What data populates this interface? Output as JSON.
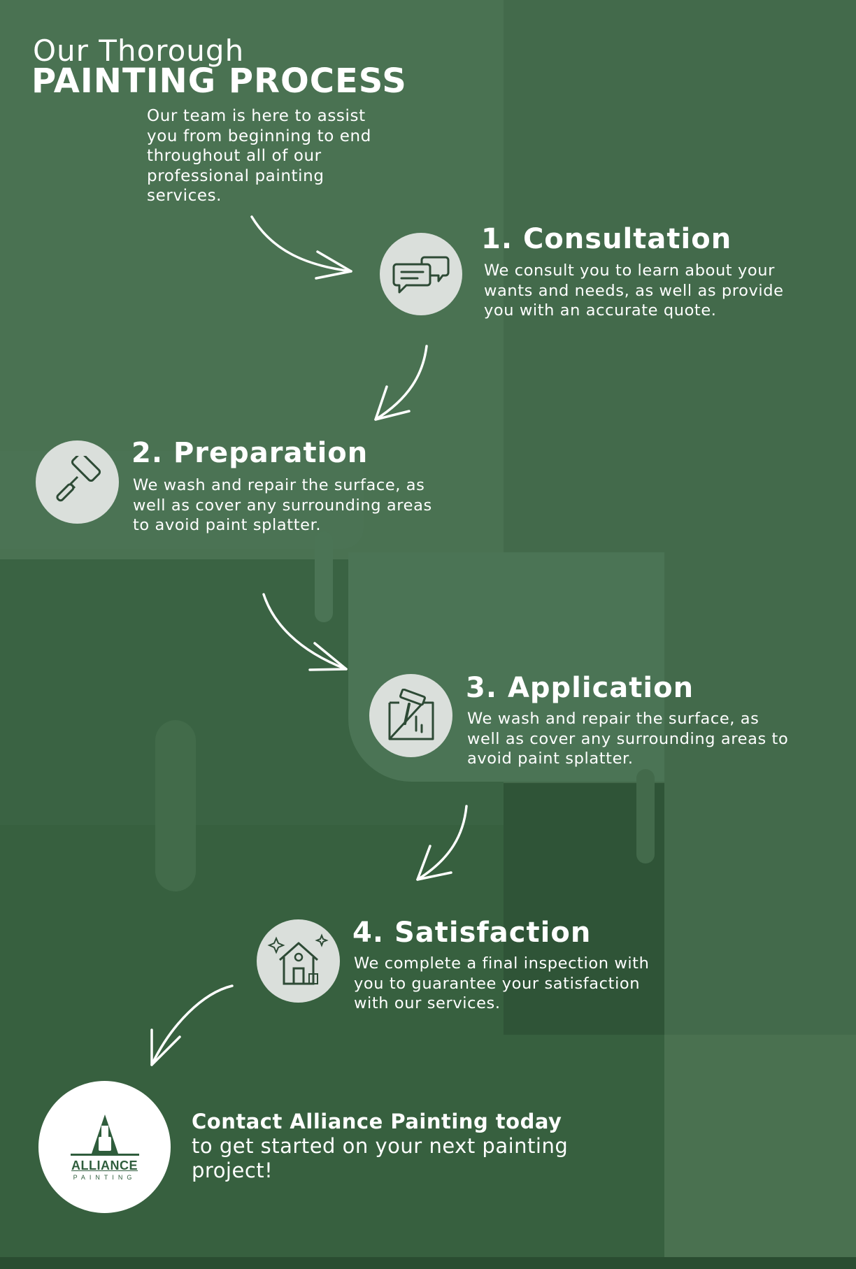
{
  "header": {
    "subtitle": "Our Thorough",
    "title": "PAINTING PROCESS",
    "intro": "Our team is here to assist you from beginning to end throughout all of our professional painting services."
  },
  "steps": [
    {
      "title": "1. Consultation",
      "description": "We consult you to learn about your wants and needs, as well as provide you with an accurate quote.",
      "icon": "chat-bubbles-icon"
    },
    {
      "title": "2. Preparation",
      "description": "We wash and repair the surface, as well as cover any surrounding areas to avoid paint splatter.",
      "icon": "paint-roller-icon"
    },
    {
      "title": "3. Application",
      "description": "We wash and repair the surface, as well as cover any surrounding areas to avoid paint splatter.",
      "icon": "paint-roller-wall-icon"
    },
    {
      "title": "4. Satisfaction",
      "description": "We complete a final inspection with you to guarantee your satisfaction with our services.",
      "icon": "sparkling-house-icon"
    }
  ],
  "cta": {
    "bold": "Contact Alliance Painting today",
    "rest": " to get started on your next painting project!"
  },
  "logo": {
    "name": "ALLIANCE",
    "sub": "PAINTING"
  },
  "colors": {
    "background": "#3b6446",
    "light_panel": "#4b7455",
    "dark_panel": "#325739",
    "icon_circle": "#dadfdb",
    "icon_stroke": "#2d4a35",
    "logo_green": "#2f5d3c"
  }
}
